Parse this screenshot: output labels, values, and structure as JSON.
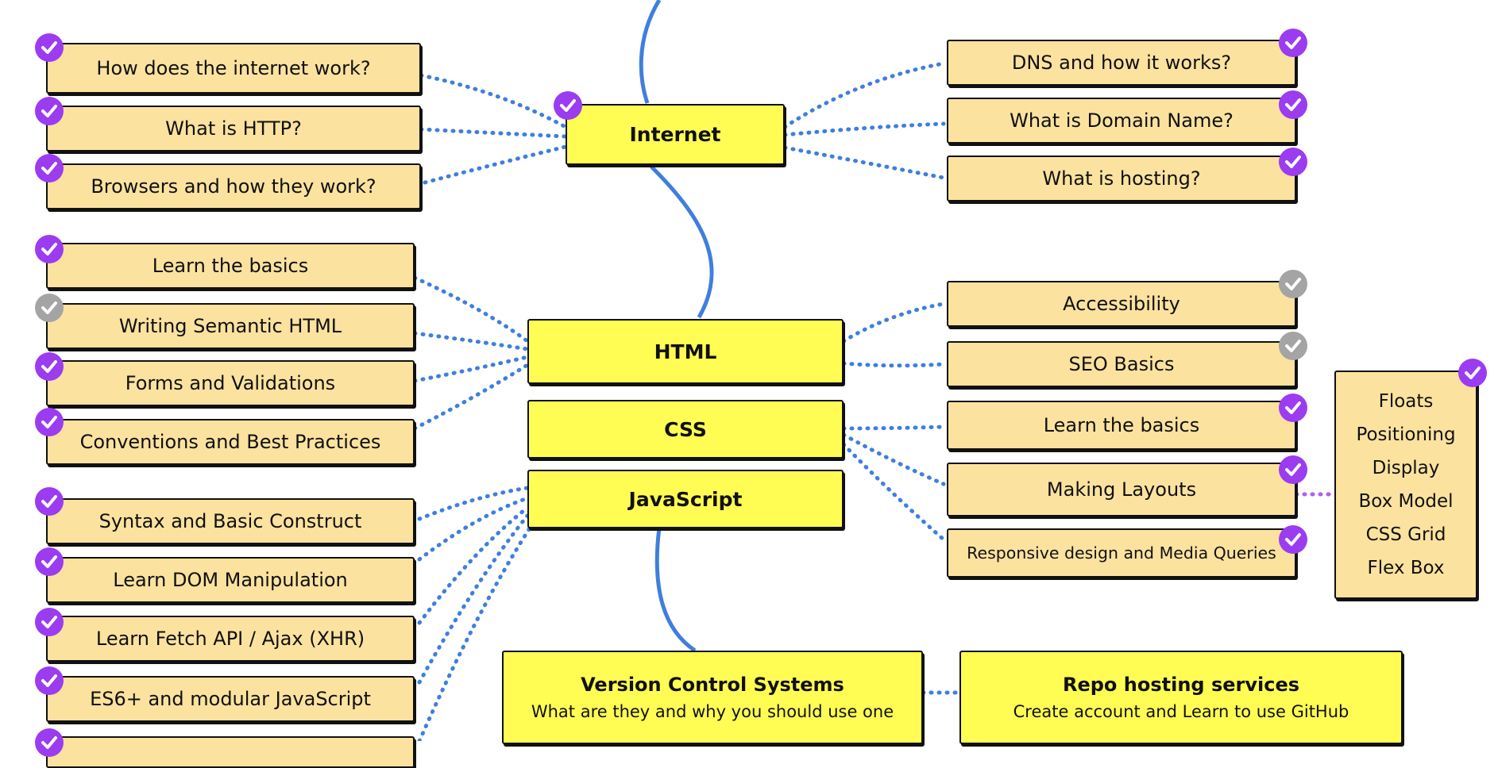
{
  "colors": {
    "accent_blue": "#3f7fdc",
    "done_badge": "#9b3cf0",
    "pending_badge": "#a4a4a4",
    "main_node": "#fffd54",
    "sub_node": "#fbe29f",
    "extra_link": "#b35cf2"
  },
  "main_nodes": {
    "internet": "Internet",
    "html": "HTML",
    "css": "CSS",
    "javascript": "JavaScript",
    "vcs": {
      "title": "Version Control Systems",
      "subtitle": "What are they and why you should use one"
    },
    "repo": {
      "title": "Repo hosting services",
      "subtitle": "Create account and Learn to use GitHub"
    }
  },
  "internet_left": [
    {
      "label": "How does the internet work?",
      "status": "done"
    },
    {
      "label": "What is HTTP?",
      "status": "done"
    },
    {
      "label": "Browsers and how they work?",
      "status": "done"
    }
  ],
  "internet_right": [
    {
      "label": "DNS and how it works?",
      "status": "done"
    },
    {
      "label": "What is Domain Name?",
      "status": "done"
    },
    {
      "label": "What is hosting?",
      "status": "done"
    }
  ],
  "html_left": [
    {
      "label": "Learn the basics",
      "status": "done"
    },
    {
      "label": "Writing Semantic HTML",
      "status": "pending"
    },
    {
      "label": "Forms and Validations",
      "status": "done"
    },
    {
      "label": "Conventions and Best Practices",
      "status": "done"
    }
  ],
  "html_right": [
    {
      "label": "Accessibility",
      "status": "pending"
    },
    {
      "label": "SEO Basics",
      "status": "pending"
    }
  ],
  "css_right": [
    {
      "label": "Learn the basics",
      "status": "done"
    },
    {
      "label": "Making Layouts",
      "status": "done"
    },
    {
      "label": "Responsive design and Media Queries",
      "status": "done"
    }
  ],
  "layout_topics": {
    "status": "done",
    "items": [
      "Floats",
      "Positioning",
      "Display",
      "Box Model",
      "CSS Grid",
      "Flex Box"
    ]
  },
  "js_left": [
    {
      "label": "Syntax and Basic Construct",
      "status": "done"
    },
    {
      "label": "Learn DOM Manipulation",
      "status": "done"
    },
    {
      "label": "Learn Fetch API / Ajax (XHR)",
      "status": "done"
    },
    {
      "label": "ES6+ and modular JavaScript",
      "status": "done"
    }
  ],
  "icons": {
    "done": "check-circle-icon",
    "pending": "check-circle-icon"
  }
}
